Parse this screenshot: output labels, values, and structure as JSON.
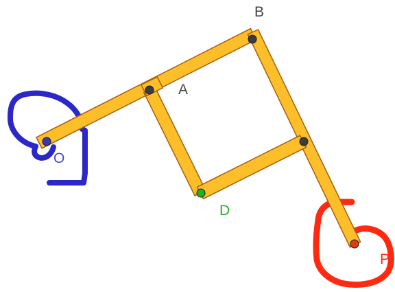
{
  "diagram": {
    "point_labels": {
      "B": "B",
      "A": "A",
      "O": "O",
      "D": "D",
      "P": "P"
    },
    "colors": {
      "bar_fill": "#fcbf2a",
      "bar_stroke": "#a85d10",
      "joint_dark": "#3c3c3c",
      "pivot_O": "#3a3ab0",
      "point_D": "#22b022",
      "point_P": "#e03a16",
      "scribble_blue": "#2b27c9",
      "scribble_red": "#ff2a10",
      "label_dark": "#444444",
      "label_O": "#4a4ac8",
      "label_D": "#22b022",
      "label_P": "#ff2a10"
    }
  }
}
